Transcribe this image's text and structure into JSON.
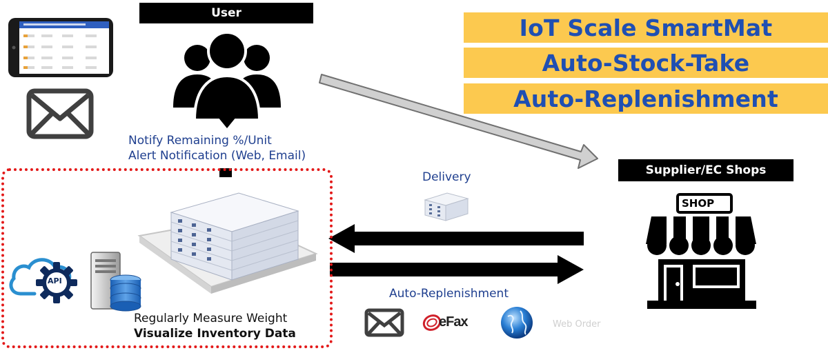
{
  "user_label": "User",
  "supplier_label": "Supplier/EC Shops",
  "headlines": [
    "IoT Scale SmartMat",
    "Auto-Stock-Take",
    "Auto-Replenishment"
  ],
  "notify_line1": "Notify Remaining %/Unit",
  "notify_line2": "Alert Notification (Web, Email)",
  "delivery_label": "Delivery",
  "auto_replenishment_label": "Auto-Replenishment",
  "measure_line1": "Regularly Measure Weight",
  "measure_line2": "Visualize Inventory Data",
  "api_label": "API",
  "efax_label": "eFax",
  "web_order_label": "Web Order",
  "shop_sign": "SHOP",
  "colors": {
    "headline_bg": "#fcc94f",
    "headline_text": "#1f4fb2",
    "dotted_border": "#e31919",
    "text_blue": "#1f3f8f",
    "icon_blue": "#2a7fd4"
  }
}
